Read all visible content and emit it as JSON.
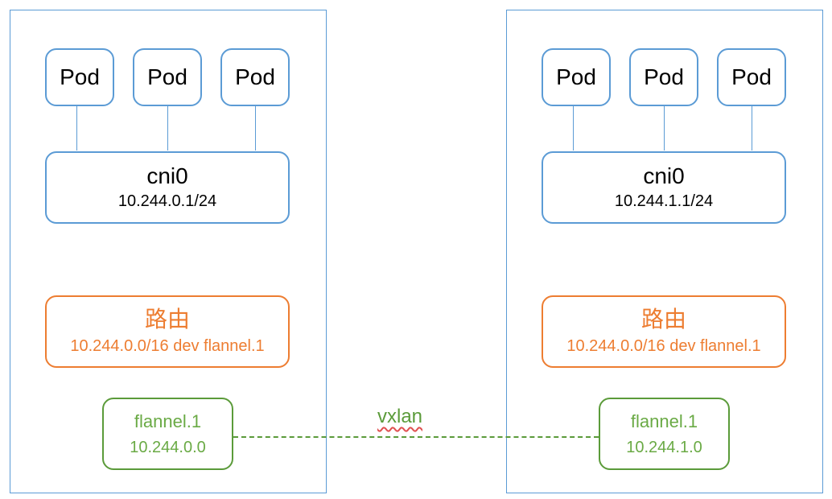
{
  "hosts": [
    {
      "pods": [
        "Pod",
        "Pod",
        "Pod"
      ],
      "bridge": {
        "name": "cni0",
        "ip": "10.244.0.1/24"
      },
      "route": {
        "title": "路由",
        "rule": "10.244.0.0/16 dev flannel.1"
      },
      "flannel": {
        "name": "flannel.1",
        "ip": "10.244.0.0"
      }
    },
    {
      "pods": [
        "Pod",
        "Pod",
        "Pod"
      ],
      "bridge": {
        "name": "cni0",
        "ip": "10.244.1.1/24"
      },
      "route": {
        "title": "路由",
        "rule": "10.244.0.0/16 dev flannel.1"
      },
      "flannel": {
        "name": "flannel.1",
        "ip": "10.244.1.0"
      }
    }
  ],
  "tunnel": {
    "label": "vxlan"
  },
  "colors": {
    "blue": "#5b9bd5",
    "orange": "#ed7d31",
    "green": "#5b9b3a"
  }
}
